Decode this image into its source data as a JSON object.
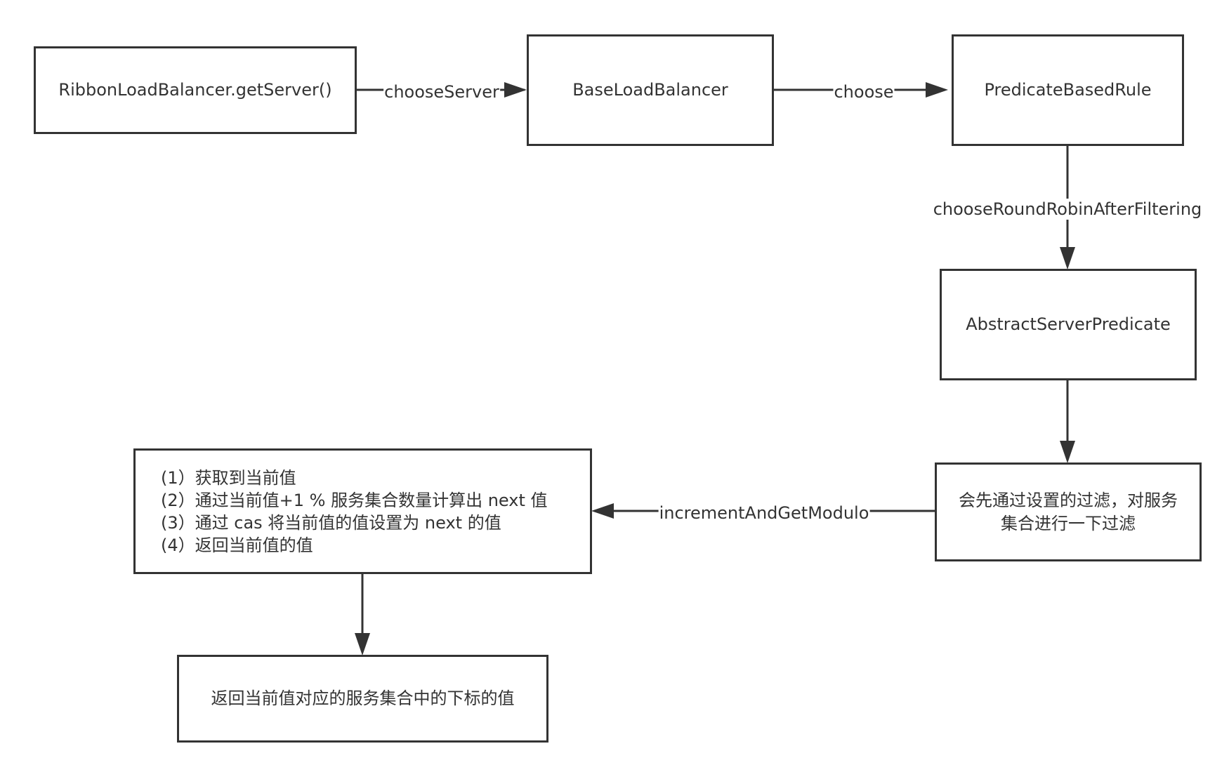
{
  "diagram": {
    "nodes": {
      "ribbon": {
        "label": "RibbonLoadBalancer.getServer()"
      },
      "base": {
        "label": "BaseLoadBalancer"
      },
      "predicateRule": {
        "label": "PredicateBasedRule"
      },
      "abstractPredicate": {
        "label": "AbstractServerPredicate"
      },
      "filter": {
        "label": "会先通过设置的过滤，对服务集合进行一下过滤"
      },
      "steps": {
        "lines": [
          "(1）获取到当前值",
          "(2）通过当前值+1 % 服务集合数量计算出 next 值",
          "(3）通过 cas 将当前值的值设置为 next 的值",
          "(4）返回当前值的值"
        ]
      },
      "result": {
        "label": "返回当前值对应的服务集合中的下标的值"
      }
    },
    "edges": {
      "chooseServer": "chooseServer",
      "choose": "choose",
      "chooseRoundRobin": "chooseRoundRobinAfterFiltering",
      "incrementAndGetModulo": "incrementAndGetModulo"
    },
    "colors": {
      "stroke": "#333333",
      "background": "#ffffff"
    }
  }
}
